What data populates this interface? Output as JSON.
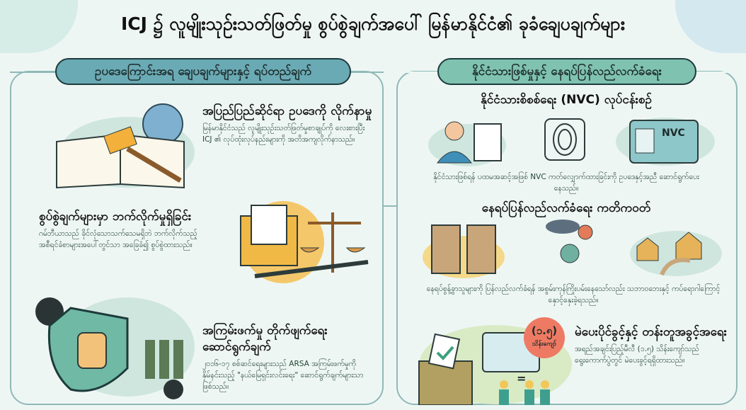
{
  "title": "ICJ ၌ လူမျိုးသုဉ်းသတ်ဖြတ်မှု စွပ်စွဲချက်အပေါ် မြန်မာနိုင်ငံ၏ ခုခံချေပချက်များ",
  "left": {
    "header": "ဥပဒေကြောင်းအရ ချေပချက်များနှင့် ရပ်တည်ချက်",
    "items": [
      {
        "heading": "အပြည်ပြည်ဆိုင်ရာ ဥပဒေကို လိုက်နာမှု",
        "body": "မြန်မာနိုင်ငံသည် လူမျိုးသုဉ်းသတ်ဖြတ်မှုစာချုပ်ကို လေးစားပြီး ICJ ၏ လုပ်ထုံးလုပ်နည်းများကို အတိအကျလိုက်နာသည်။"
      },
      {
        "heading": "စွပ်စွဲချက်များမှာ ဘက်လိုက်မှုရှိခြင်း",
        "body": "ဂမ်ဘီယာသည် ခိုင်လုံသောသက်သေမရှိဘဲ ဘက်လိုက်သည့် အစီရင်ခံစာများအပေါ်တွင်သာ အခြေခံ၍ စွပ်စွဲထားသည်။"
      },
      {
        "heading": "အကြမ်းဖက်မှု တိုက်ဖျက်ရေး ဆောင်ရွက်ချက်",
        "body": "၂၀၁၆-၁၇ စစ်ဆင်ရေးများသည် ARSA အကြမ်းဖက်မှုကို နှိမ်နင်းသည့် \"နယ်မြေရှင်းလင်းရေး\" ဆောင်ရွက်ချက်များသာ ဖြစ်သည်။"
      }
    ]
  },
  "right": {
    "header": "နိုင်ငံသားဖြစ်မှုနှင့် နေရပ်ပြန်လည်လက်ခံရေး",
    "nvc": {
      "heading": "နိုင်ငံသားစိစစ်ရေး (NVC) လုပ်ငန်းစဉ်",
      "card_label": "NVC",
      "body": "နိုင်ငံသားဖြစ်ရန် ပထမအဆင့်အဖြစ် NVC ကတ်လျှောက်ထားခြင်းကို ဥပဒေနှင့်အညီ ဆောင်ရွက်ပေးနေသည်။"
    },
    "repatriation": {
      "heading": "နေရပ်ပြန်လည်လက်ခံရေး ကတိကဝတ်",
      "body": "နေရပ်စွန့်ခွာသူများကို ပြန်လည်လက်ခံရန် အစွမ်းကုန်ကြိုးပမ်းနေသော်လည်း သဘာဝဘေးနှင့် ကပ်ရောဂါကြောင့် နှောင့်နှေးခဲ့ရသည်။"
    },
    "voting": {
      "heading": "မဲပေးပိုင်ခွင့်နှင့် တန်းတူအခွင့်အရေး",
      "badge_number": "(၁.၅)",
      "badge_unit": "သိန်းကျော်",
      "body": "အရည်အချင်းပြည့်မီလီ (၁.၅) သိန်းကျော်သည် ရွေးကောက်ပွဲတွင် မဲပေးခွင့်ရရှိထားသည်။",
      "equals": "="
    }
  },
  "colors": {
    "left_pill": "#6aaab4",
    "right_pill": "#7fc2b0",
    "badge": "#ee7a63",
    "panel_border": "#8fb9b7"
  }
}
